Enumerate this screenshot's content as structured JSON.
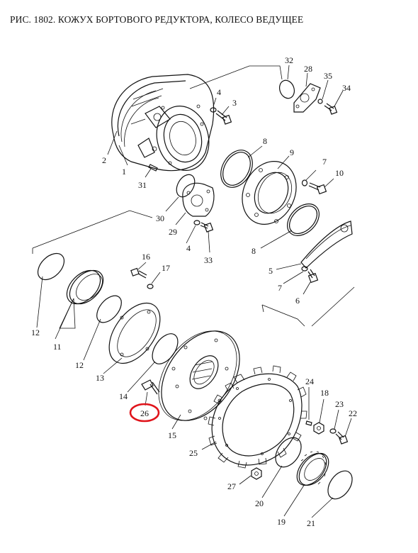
{
  "figure": {
    "title": "РИС. 1802. КОЖУХ БОРТОВОГО РЕДУКТОРА, КОЛЕСО ВЕДУЩЕЕ",
    "highlight_color": "#e0141b",
    "highlighted_part": "26"
  },
  "callouts": [
    "1",
    "2",
    "3",
    "4",
    "4",
    "5",
    "6",
    "7",
    "7",
    "8",
    "8",
    "9",
    "10",
    "11",
    "12",
    "12",
    "13",
    "14",
    "15",
    "16",
    "17",
    "18",
    "19",
    "20",
    "21",
    "22",
    "23",
    "24",
    "25",
    "26",
    "27",
    "28",
    "29",
    "30",
    "31",
    "32",
    "33",
    "34",
    "35"
  ]
}
